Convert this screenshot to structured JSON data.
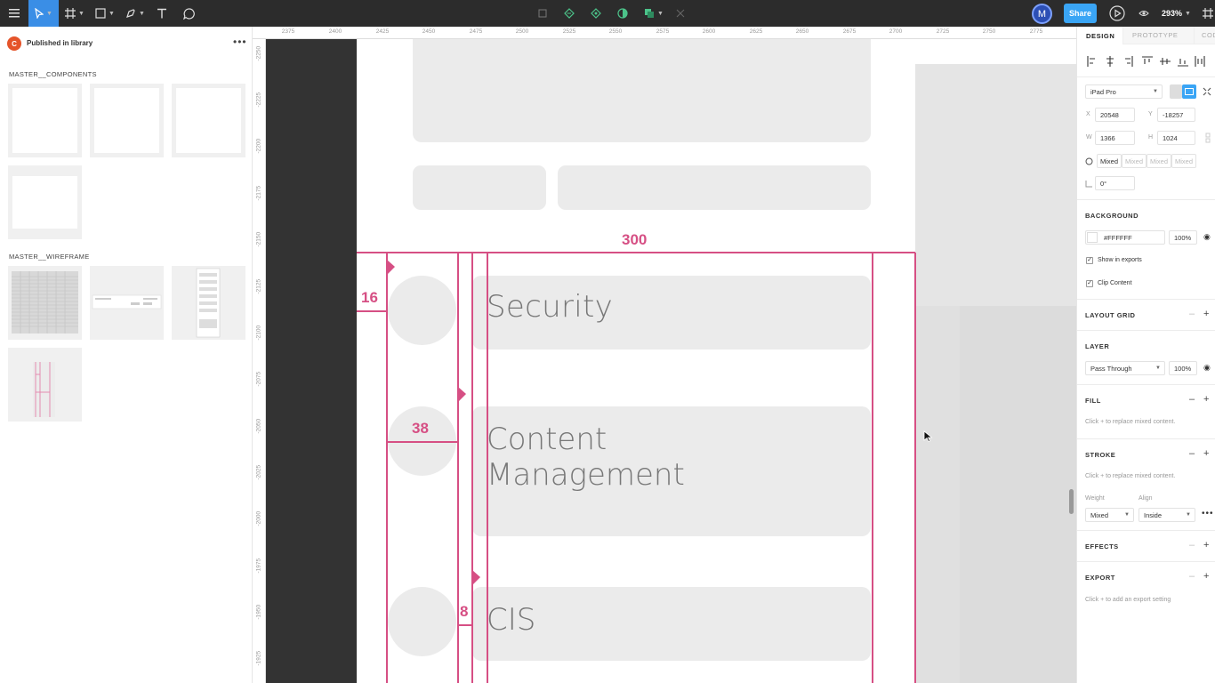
{
  "toolbar": {
    "zoom": "293%",
    "share_label": "Share",
    "user_initial": "M"
  },
  "library": {
    "avatar_letter": "C",
    "title": "Published in library",
    "more": "•••",
    "sections": [
      "MASTER__COMPONENTS",
      "MASTER__WIREFRAME"
    ]
  },
  "rulers": {
    "top": [
      "2375",
      "2400",
      "2425",
      "2450",
      "2475",
      "2500",
      "2525",
      "2550",
      "2575",
      "2600",
      "2625",
      "2650",
      "2675",
      "2700",
      "2725",
      "2750",
      "2775"
    ],
    "left": [
      "-2250",
      "-2225",
      "-2200",
      "-2175",
      "-2150",
      "-2125",
      "-2100",
      "-2075",
      "-2050",
      "-2025",
      "-2000",
      "-1975",
      "-1950",
      "-1925"
    ]
  },
  "canvas": {
    "items": [
      "Security",
      "Content Management",
      "CIS"
    ],
    "measures": {
      "width": "300",
      "left_pad": "16",
      "icon": "38",
      "gap": "8"
    }
  },
  "design": {
    "tabs": [
      "DESIGN",
      "PROTOTYPE",
      "CODE"
    ],
    "preset": "iPad Pro",
    "x_label": "X",
    "x": "20548",
    "y_label": "Y",
    "y": "-18257",
    "w_label": "W",
    "w": "1366",
    "h_label": "H",
    "h": "1024",
    "radius": [
      "Mixed",
      "Mixed",
      "Mixed",
      "Mixed"
    ],
    "rotation": "0°",
    "background_title": "BACKGROUND",
    "bg_color": "#FFFFFF",
    "bg_opacity": "100%",
    "show_exports": "Show in exports",
    "clip_content": "Clip Content",
    "layout_grid": "LAYOUT GRID",
    "layer_title": "LAYER",
    "blend": "Pass Through",
    "layer_opacity": "100%",
    "fill_title": "FILL",
    "fill_hint": "Click + to replace mixed content.",
    "stroke_title": "STROKE",
    "stroke_hint": "Click + to replace mixed content.",
    "weight_label": "Weight",
    "align_label": "Align",
    "weight": "Mixed",
    "align": "Inside",
    "effects_title": "EFFECTS",
    "export_title": "EXPORT",
    "export_hint": "Click + to add an export setting"
  },
  "colors": {
    "accent": "#d64f84",
    "primary": "#3aa5f5",
    "toolbar_bg": "#2c2c2c",
    "placeholder": "#ebebeb"
  }
}
